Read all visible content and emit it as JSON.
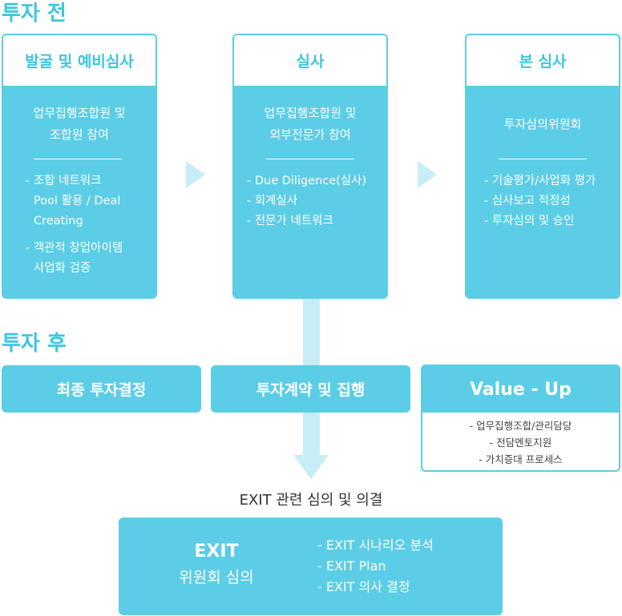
{
  "pre_investment": {
    "title": "투자 전",
    "stages": [
      {
        "head": "발굴 및 예비심사",
        "sub": [
          "업무집행조합원 및",
          "조합원 참여"
        ],
        "bullets": [
          [
            "- 조합 네트워크",
            "Pool 활용 / Deal",
            "Creating"
          ],
          [
            "- 객관적 창업아이템",
            "사업화 검증"
          ]
        ]
      },
      {
        "head": "실사",
        "sub": [
          "업무집행조합원 및",
          "외부전문가 참여"
        ],
        "bullets": [
          "- Due Diligence(실사)",
          "- 회계실사",
          "- 전문가 네트워크"
        ]
      },
      {
        "head": "본 심사",
        "sub": [
          "투자심의위원회"
        ],
        "bullets": [
          "- 기술평가/사업화 평가",
          "- 심사보고 적정성",
          "- 투자심의 및 승인"
        ]
      }
    ]
  },
  "post_investment": {
    "title": "투자 후",
    "steps": [
      "최종 투자결정",
      "투자계약 및 집행"
    ],
    "value_up": {
      "head": "Value - Up",
      "items": [
        "- 업무집행조합/관리담당",
        "- 전담멘토지원",
        "- 가치증대 프로세스"
      ]
    }
  },
  "exit": {
    "caption": "EXIT 관련 심의 및 의결",
    "title": "EXIT",
    "subtitle": "위원회 심의",
    "items": [
      "- EXIT 시나리오 분석",
      "- EXIT Plan",
      "- EXIT 의사 결정"
    ]
  },
  "colors": {
    "primary": "#5ccde6",
    "title": "#3ec6de",
    "arrow": "#c7eef6"
  }
}
